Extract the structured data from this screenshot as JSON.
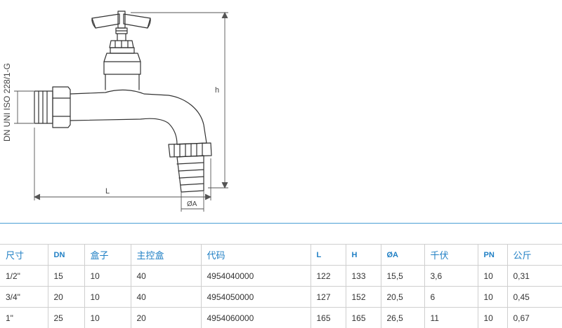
{
  "drawing": {
    "dimensions": {
      "standard": "DN UNI ISO 228/1-G",
      "height": "h",
      "length": "L",
      "diameter": "ØA"
    }
  },
  "table": {
    "headers": [
      "尺寸",
      "DN",
      "盒子",
      "主控盒",
      "代码",
      "L",
      "H",
      "ØA",
      "千伏",
      "PN",
      "公斤"
    ],
    "rows": [
      [
        "1/2\"",
        "15",
        "10",
        "40",
        "4954040000",
        "122",
        "133",
        "15,5",
        "3,6",
        "10",
        "0,31"
      ],
      [
        "3/4\"",
        "20",
        "10",
        "40",
        "4954050000",
        "127",
        "152",
        "20,5",
        "6",
        "10",
        "0,45"
      ],
      [
        "1\"",
        "25",
        "10",
        "20",
        "4954060000",
        "165",
        "165",
        "26,5",
        "11",
        "10",
        "0,67"
      ]
    ]
  }
}
